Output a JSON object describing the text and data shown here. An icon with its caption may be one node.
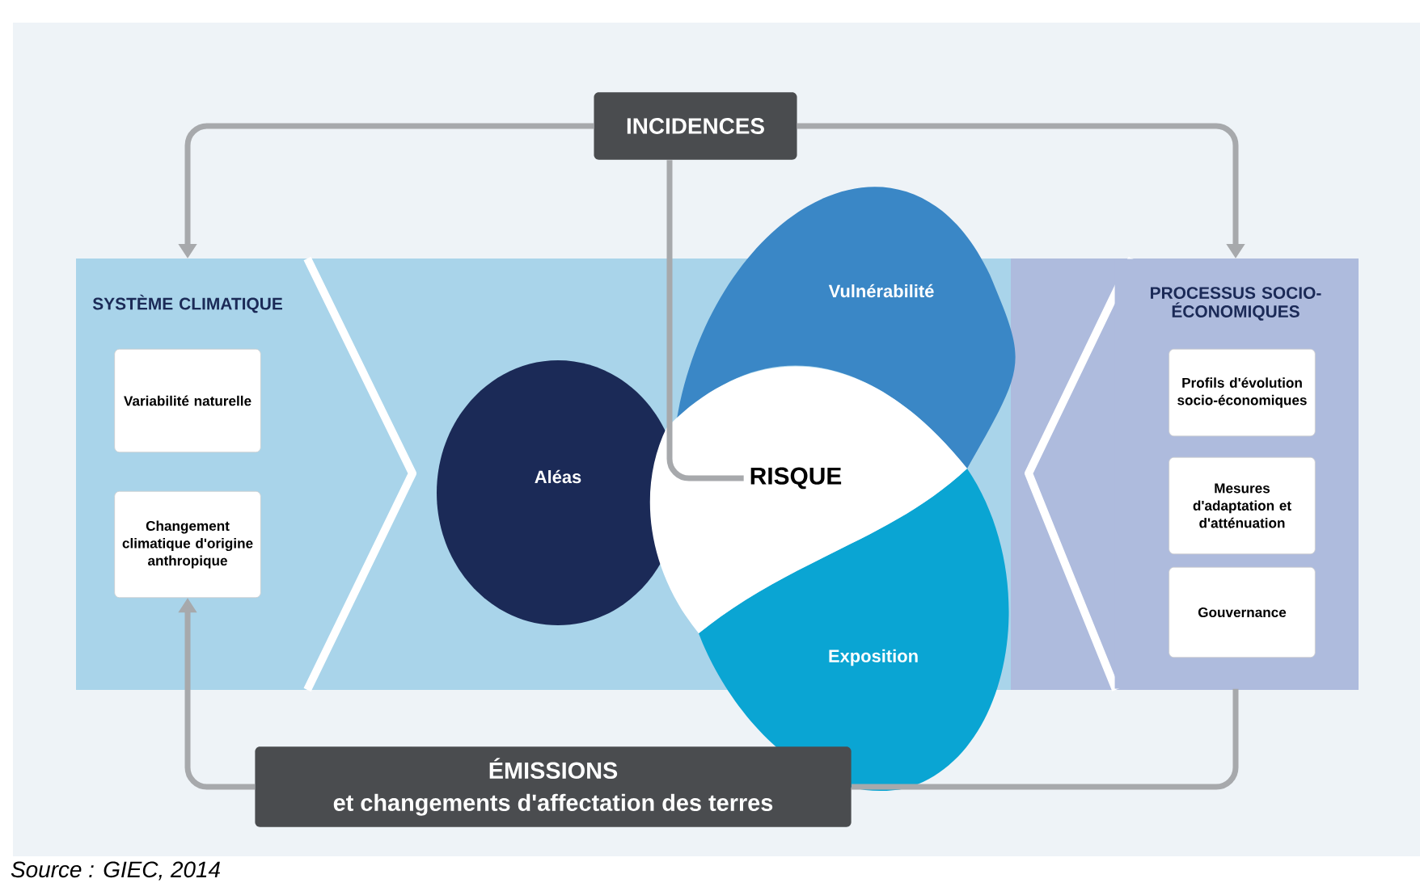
{
  "diagram": {
    "caption": "Source : GIEC, 2014",
    "nodes": [
      {
        "text": [
          "INCIDENCES"
        ]
      },
      {
        "text": [
          "SYSTÈME CLIMATIQUE"
        ]
      },
      {
        "text": [
          "Variabilité naturelle"
        ],
        "in": 1
      },
      {
        "text": [
          "Changement climatique d'origine anthropique"
        ],
        "in": 1
      },
      {
        "text": [
          "Aléas"
        ]
      },
      {
        "text": [
          "Vulnérabilité"
        ]
      },
      {
        "text": [
          "Exposition"
        ]
      },
      {
        "text": [
          "RISQUE"
        ]
      },
      {
        "text": [
          "PROCESSUS SOCIO-ÉCONOMIQUES"
        ]
      },
      {
        "text": [
          "Profils d'évolution socio-économiques"
        ],
        "in": 8
      },
      {
        "text": [
          "Mesures d'adaptation et d'atténuation"
        ],
        "in": 8
      },
      {
        "text": [
          "Gouvernance"
        ],
        "in": 8
      },
      {
        "text": [
          "ÉMISSIONS",
          "et changements d'affectation des terres"
        ]
      }
    ],
    "edges": [
      {
        "from": 0,
        "to": 1,
        "arrow": "to"
      },
      {
        "from": 0,
        "to": 8,
        "arrow": "to"
      },
      {
        "from": 0,
        "to": 7,
        "arrow": "none"
      },
      {
        "from": 12,
        "to": 3,
        "arrow": "to"
      },
      {
        "from": 8,
        "to": 12,
        "arrow": "none"
      }
    ]
  }
}
